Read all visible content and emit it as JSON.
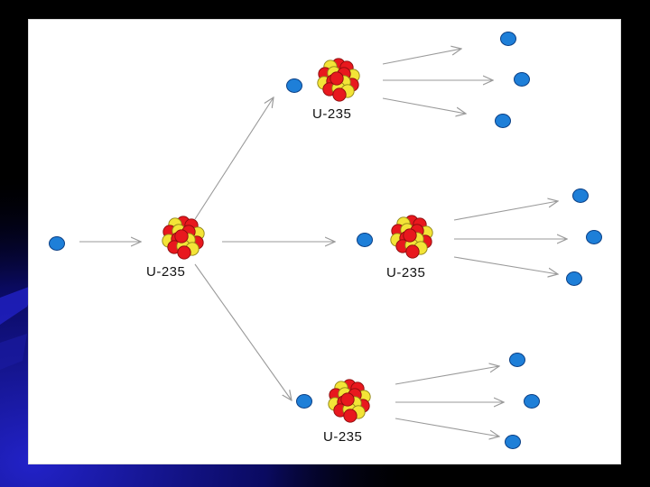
{
  "diagram": {
    "nuclei": [
      {
        "id": "nucleus-initial",
        "label": "U-235"
      },
      {
        "id": "nucleus-top",
        "label": "U-235"
      },
      {
        "id": "nucleus-middle",
        "label": "U-235"
      },
      {
        "id": "nucleus-bottom",
        "label": "U-235"
      }
    ]
  },
  "colors": {
    "neutron": "#1e7fd8",
    "neutron_outline": "#0a3f85",
    "proton": "#e8181e",
    "proton_outline": "#8a0c0c",
    "neutron_in_nucleus": "#f3e437",
    "neutron_in_nucleus_outline": "#8f8416",
    "arrow": "#9a9a9a",
    "panel": "#ffffff",
    "slide_dark": "#000000",
    "slide_blue": "#1a1ab0"
  },
  "icons": {
    "neutron": "blue-circle-icon",
    "nucleus": "cluster-icon",
    "arrow": "arrow-right-icon"
  }
}
